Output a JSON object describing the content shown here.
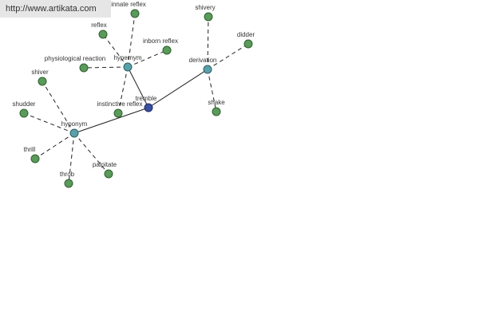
{
  "watermark": "http://www.artikata.com",
  "graph": {
    "center": {
      "id": "tremble",
      "label": "tremble",
      "kind": "center"
    },
    "nodes": [
      {
        "id": "tremble",
        "label": "tremble",
        "kind": "center"
      },
      {
        "id": "hypernym",
        "label": "hypernym",
        "kind": "hub"
      },
      {
        "id": "hyponym",
        "label": "hyponym",
        "kind": "hub"
      },
      {
        "id": "derivation",
        "label": "derivation",
        "kind": "hub"
      },
      {
        "id": "innate_reflex",
        "label": "innate reflex",
        "kind": "leaf"
      },
      {
        "id": "reflex",
        "label": "reflex",
        "kind": "leaf"
      },
      {
        "id": "inborn_reflex",
        "label": "inborn reflex",
        "kind": "leaf"
      },
      {
        "id": "physiological_reaction",
        "label": "physiological reaction",
        "kind": "leaf"
      },
      {
        "id": "instinctive_reflex",
        "label": "instinctive reflex",
        "kind": "leaf"
      },
      {
        "id": "shiver",
        "label": "shiver",
        "kind": "leaf"
      },
      {
        "id": "shudder",
        "label": "shudder",
        "kind": "leaf"
      },
      {
        "id": "thrill",
        "label": "thrill",
        "kind": "leaf"
      },
      {
        "id": "throb",
        "label": "throb",
        "kind": "leaf"
      },
      {
        "id": "palpitate",
        "label": "palpitate",
        "kind": "leaf"
      },
      {
        "id": "shivery",
        "label": "shivery",
        "kind": "leaf"
      },
      {
        "id": "didder",
        "label": "didder",
        "kind": "leaf"
      },
      {
        "id": "shake",
        "label": "shake",
        "kind": "leaf"
      }
    ],
    "edges": [
      {
        "from": "tremble",
        "to": "hypernym",
        "style": "solid"
      },
      {
        "from": "tremble",
        "to": "hyponym",
        "style": "solid"
      },
      {
        "from": "tremble",
        "to": "derivation",
        "style": "solid"
      },
      {
        "from": "hypernym",
        "to": "innate_reflex",
        "style": "dashed"
      },
      {
        "from": "hypernym",
        "to": "reflex",
        "style": "dashed"
      },
      {
        "from": "hypernym",
        "to": "inborn_reflex",
        "style": "dashed"
      },
      {
        "from": "hypernym",
        "to": "physiological_reaction",
        "style": "dashed"
      },
      {
        "from": "hypernym",
        "to": "instinctive_reflex",
        "style": "dashed"
      },
      {
        "from": "hyponym",
        "to": "shiver",
        "style": "dashed"
      },
      {
        "from": "hyponym",
        "to": "shudder",
        "style": "dashed"
      },
      {
        "from": "hyponym",
        "to": "thrill",
        "style": "dashed"
      },
      {
        "from": "hyponym",
        "to": "throb",
        "style": "dashed"
      },
      {
        "from": "hyponym",
        "to": "palpitate",
        "style": "dashed"
      },
      {
        "from": "derivation",
        "to": "shivery",
        "style": "dashed"
      },
      {
        "from": "derivation",
        "to": "didder",
        "style": "dashed"
      },
      {
        "from": "derivation",
        "to": "shake",
        "style": "dashed"
      }
    ]
  }
}
